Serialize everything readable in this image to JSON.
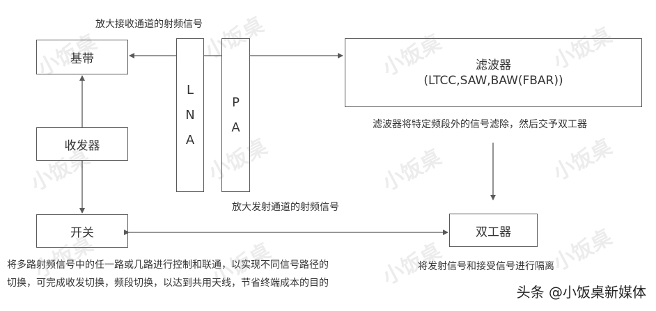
{
  "nodes": {
    "baseband": "基带",
    "transceiver": "收发器",
    "switch": "开关",
    "lna": [
      "L",
      "N",
      "A"
    ],
    "pa": [
      "P",
      "A"
    ],
    "filter_title": "滤波器",
    "filter_sub": "(LTCC,SAW,BAW(FBAR))",
    "duplexer": "双工器"
  },
  "captions": {
    "lna_note": "放大接收通道的射频信号",
    "pa_note": "放大发射通道的射频信号",
    "filter_note": "滤波器将特定频段外的信号滤除，然后交予双工器",
    "duplexer_note": "将发射信号和接受信号进行隔离",
    "switch_note_line1": "将多路射频信号中的任一路或几路进行控制和联通，以实现不同信号路径的",
    "switch_note_line2": "切换，可完成收发切换，频段切换，以达到共用天线，节省终端成本的目的"
  },
  "watermark": "小饭桌",
  "footer": "头条 @小饭桌新媒体",
  "colors": {
    "line": "#595959",
    "text": "#333333"
  }
}
